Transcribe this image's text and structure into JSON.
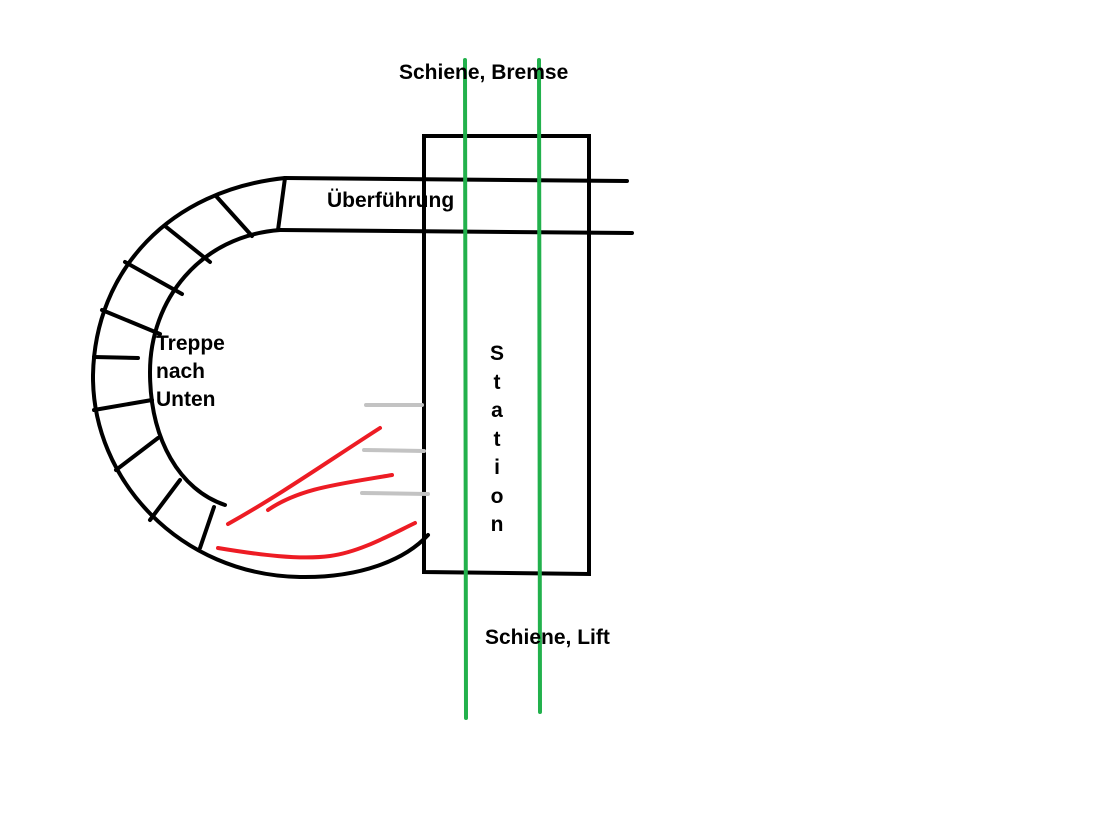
{
  "labels": {
    "rail_top": "Schiene, Bremse",
    "overpass": "Überführung",
    "stairs": [
      "Treppe",
      "nach",
      "Unten"
    ],
    "station": "Station",
    "rail_bottom": "Schiene, Lift"
  },
  "colors": {
    "outline": "#000000",
    "rail": "#22b14c",
    "path": "#ed1c24",
    "connector": "#c3c3c3"
  }
}
